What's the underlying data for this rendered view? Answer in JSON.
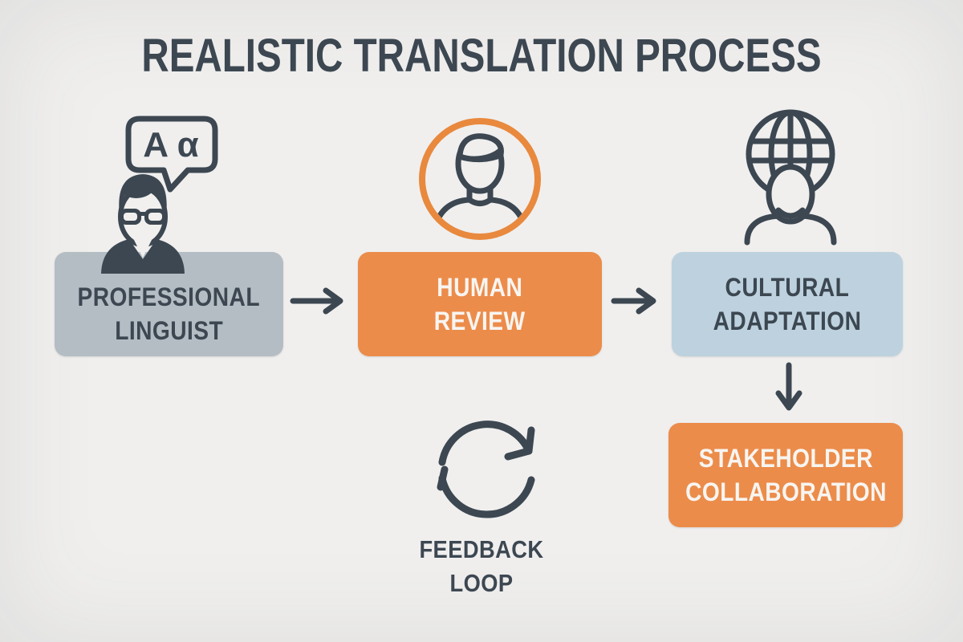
{
  "title": "REALISTIC TRANSLATION PROCESS",
  "nodes": {
    "professional_linguist": {
      "line1": "PROFESSIONAL",
      "line2": "LINGUIST"
    },
    "human_review": {
      "line1": "HUMAN",
      "line2": "REVIEW"
    },
    "cultural_adaptation": {
      "line1": "CULTURAL",
      "line2": "ADAPTATION"
    },
    "stakeholder_collaboration": {
      "line1": "STAKEHOLDER",
      "line2": "COLLABORATION"
    }
  },
  "feedback_loop": {
    "line1": "FEEDBACK",
    "line2": "LOOP"
  },
  "icons": {
    "speech_bubble_text": "A α",
    "linguist": "linguist-avatar-with-speech-bubble",
    "human_review": "person-portrait-in-orange-ring",
    "cultural_adaptation": "globe-over-person",
    "feedback": "circular-clockwise-arrow",
    "flow": "right-arrow, right-arrow, down-arrow"
  },
  "colors": {
    "background": "#f0efee",
    "ink": "#3c4751",
    "gray_box": "#b5bdc4",
    "orange_box": "#ec8c4a",
    "orange_ring": "#e8893e",
    "blue_box": "#bdd2de",
    "light_text": "#f7f5f1"
  }
}
